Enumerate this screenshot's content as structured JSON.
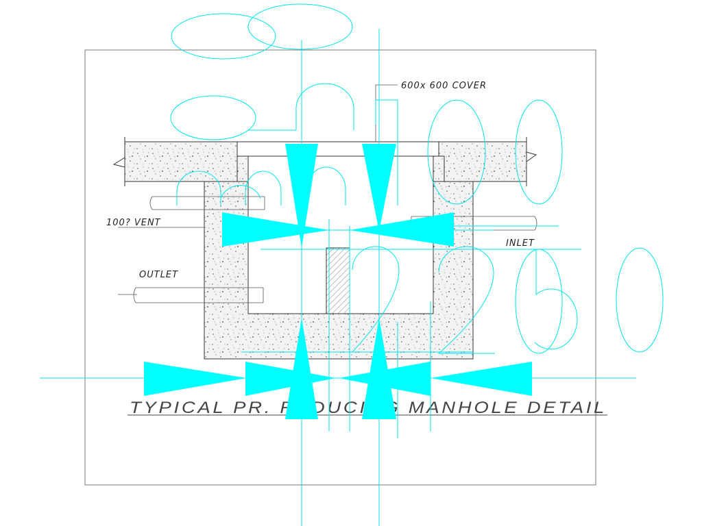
{
  "drawing": {
    "title": "TYPICAL PR. REDUCING MANHOLE DETAIL",
    "labels": {
      "cover": "600x 600 COVER",
      "vent": "100? VENT",
      "inlet": "INLET",
      "outlet": "OUTLET"
    },
    "overlay_digits": [
      "1",
      "0",
      "0",
      "2",
      "2",
      "5",
      "0"
    ],
    "colors": {
      "frame": "#777777",
      "ink": "#333333",
      "concrete": "#f2f2f2",
      "overlay": "#00ffff",
      "overlay_line": "#00e5ee"
    }
  }
}
